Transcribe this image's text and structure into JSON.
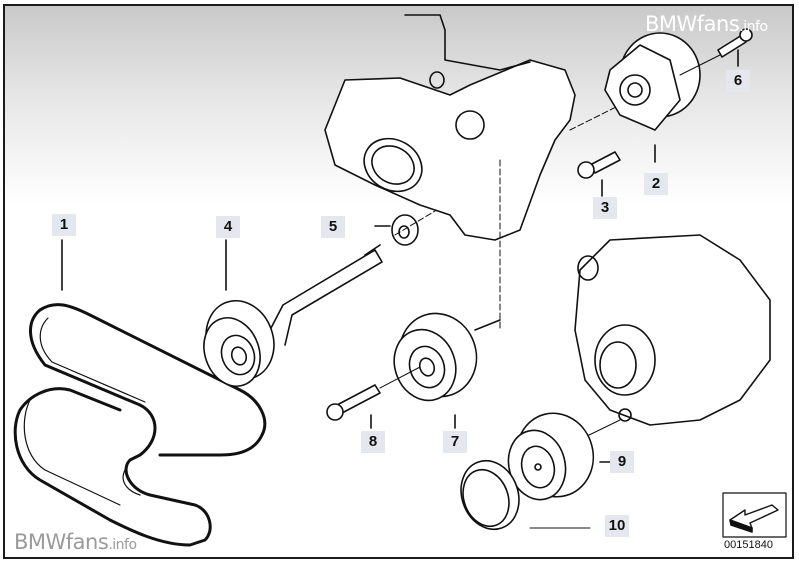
{
  "diagram": {
    "title": "Belt drive / tensioner parts diagram",
    "document_number": "00151840",
    "watermark_top": {
      "main": "BMWfans",
      "suffix": ".info"
    },
    "watermark_bottom": {
      "main": "BMWfans",
      "suffix": ".info"
    },
    "callouts": [
      {
        "id": "1",
        "label": "1",
        "part": "ribbed-v-belt"
      },
      {
        "id": "2",
        "label": "2",
        "part": "belt-tensioner"
      },
      {
        "id": "3",
        "label": "3",
        "part": "hex-bolt"
      },
      {
        "id": "4",
        "label": "4",
        "part": "idler-pulley-with-arm"
      },
      {
        "id": "5",
        "label": "5",
        "part": "washer"
      },
      {
        "id": "6",
        "label": "6",
        "part": "bolt"
      },
      {
        "id": "7",
        "label": "7",
        "part": "deflector-pulley"
      },
      {
        "id": "8",
        "label": "8",
        "part": "socket-head-bolt"
      },
      {
        "id": "9",
        "label": "9",
        "part": "guide-pulley"
      },
      {
        "id": "10",
        "label": "10",
        "part": "dust-cap"
      }
    ],
    "colors": {
      "label_bg": "#e4e8ee",
      "line": "#111111",
      "frame": "#1a1a1a"
    }
  }
}
